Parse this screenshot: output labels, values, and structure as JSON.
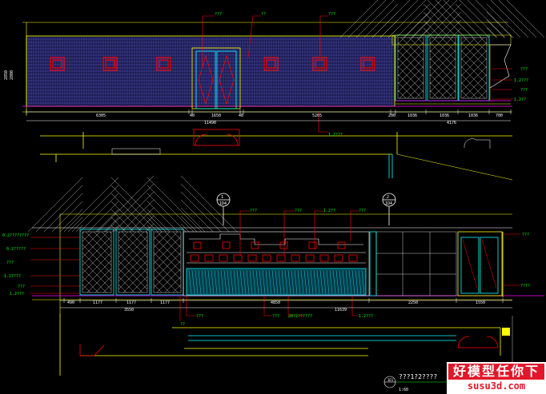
{
  "drawing": {
    "background": "#000000",
    "colors": {
      "yellow": "#ffff00",
      "white": "#ffffff",
      "cyan": "#00ffff",
      "red": "#ff0000",
      "green": "#00ff00",
      "magenta": "#ff00ff",
      "purple": "#9900ff"
    },
    "top_elevation": {
      "callouts": [
        "???",
        "??",
        "???"
      ],
      "dim_row": [
        "6305",
        "40",
        "1650",
        "40",
        "5265",
        "200",
        "1036",
        "1036",
        "1036",
        "700"
      ],
      "totals": [
        "11490",
        "4176"
      ],
      "height_dims": [
        "2850",
        "2800"
      ],
      "right_notes": [
        "???",
        "1.2???",
        "???",
        "1.2??"
      ],
      "level_note": "1.2???"
    },
    "bottom_elevation": {
      "axis_marks": [
        {
          "num": "1",
          "ref": "1D4"
        },
        {
          "num": "2",
          "ref": "1D4"
        }
      ],
      "top_notes": [
        "???",
        "???",
        "1.2??",
        "???"
      ],
      "left_notes": [
        "0.2????????",
        "0.2?????",
        "???",
        "1.2????",
        "???",
        "1.2???"
      ],
      "right_notes": [
        "???",
        "????"
      ],
      "dim_row": [
        "490",
        "1177",
        "1177",
        "1177",
        "4850",
        "2250",
        "1550"
      ],
      "totals": [
        "3550",
        "11639"
      ],
      "bottom_notes": [
        "???",
        "???",
        "??",
        "20?2??????",
        "1.2???"
      ]
    },
    "title_block": {
      "ref": "1D1",
      "title": "???1?2????",
      "scale": "1:60"
    }
  },
  "watermark": {
    "line1": "好模型任你下",
    "line2": "susu3d.com"
  }
}
